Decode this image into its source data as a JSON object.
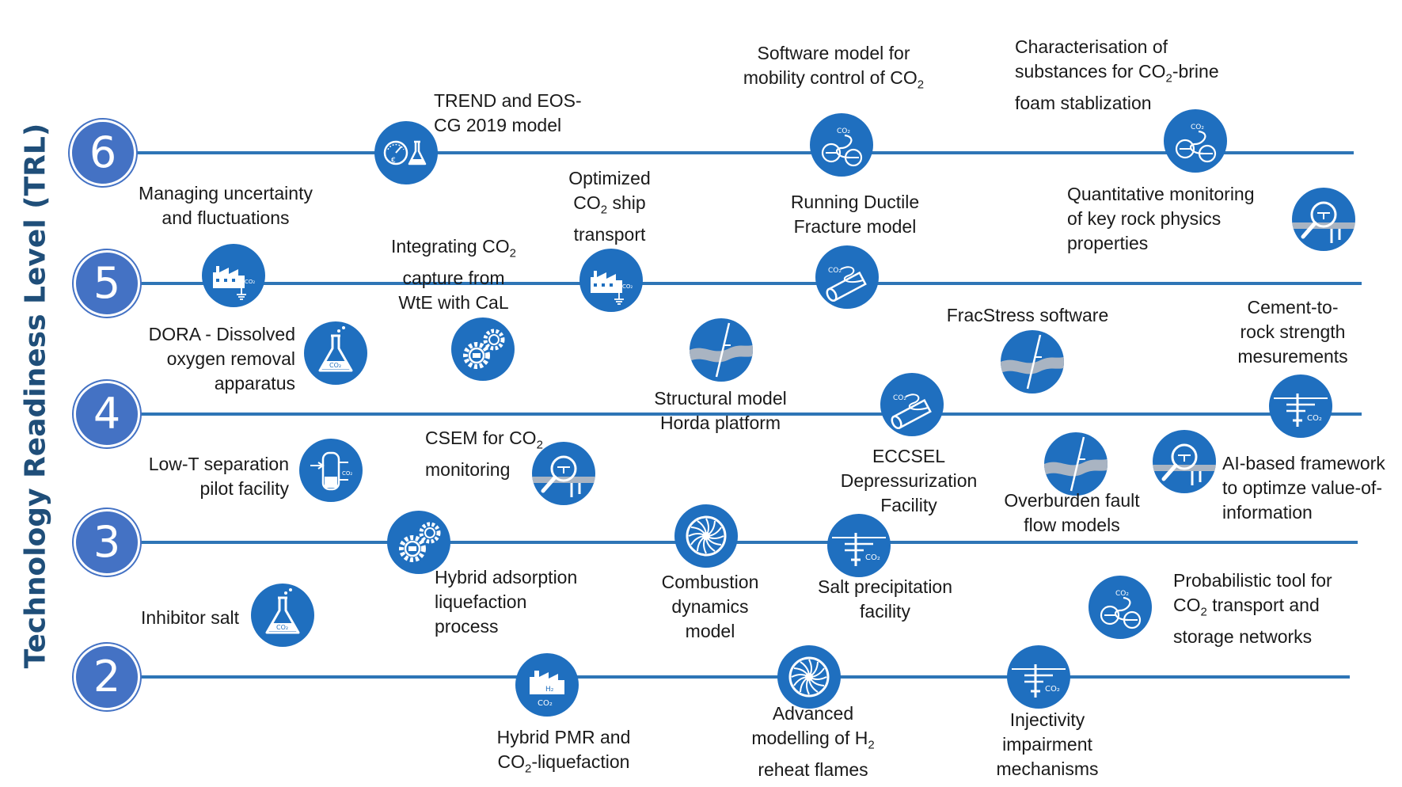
{
  "y_axis_title": "Technology Readiness Level (TRL)",
  "colors": {
    "level_circle": "#4472c4",
    "line": "#2e75b6",
    "icon_bg": "#1f6fbf",
    "title": "#1f4e79"
  },
  "levels": [
    {
      "label": "6"
    },
    {
      "label": "5"
    },
    {
      "label": "4"
    },
    {
      "label": "3"
    },
    {
      "label": "2"
    }
  ],
  "items": [
    {
      "trl": 6,
      "icon": "gauge-flask-icon",
      "lines": [
        "TREND and EOS-",
        "CG 2019 model"
      ]
    },
    {
      "trl": 6,
      "icon": "co2-network-icon",
      "lines": [
        "Software model for",
        "mobility control of CO$2"
      ]
    },
    {
      "trl": 6,
      "icon": "co2-network-icon",
      "lines": [
        "Characterisation of",
        "substances for CO$2-brine",
        "foam stablization"
      ]
    },
    {
      "trl": 5,
      "icon": "magnifier-rock-icon",
      "lines": [
        "Quantitative monitoring",
        "of key rock physics",
        "properties"
      ]
    },
    {
      "trl": 5,
      "icon": "factory-co2-icon",
      "lines": [
        "Managing uncertainty",
        "and fluctuations"
      ]
    },
    {
      "trl": 5,
      "icon": "factory-co2-icon",
      "lines": [
        "Optimized",
        "CO$2 ship",
        "transport"
      ]
    },
    {
      "trl": 5,
      "icon": "co2-pipeline-icon",
      "lines": [
        "Running Ductile",
        "Fracture model"
      ]
    },
    {
      "trl": 5,
      "icon": "",
      "lines": [
        "Integrating CO$2",
        "capture from",
        "WtE with CaL"
      ]
    },
    {
      "trl": 4,
      "icon": "flask-co2-icon",
      "lines": [
        "DORA - Dissolved",
        "oxygen removal",
        "apparatus"
      ]
    },
    {
      "trl": 4,
      "icon": "gears-icon",
      "lines": []
    },
    {
      "trl": 4,
      "icon": "fault-layer-icon",
      "lines": [
        "Structural model",
        "Horda platform"
      ]
    },
    {
      "trl": 4,
      "icon": "fault-layer-icon",
      "lines": [
        "FracStress software"
      ]
    },
    {
      "trl": 4,
      "icon": "wellbore-co2-icon",
      "lines": [
        "Cement-to-",
        "rock strength",
        "mesurements"
      ]
    },
    {
      "trl": 4,
      "icon": "co2-pipeline-icon",
      "lines": [
        "ECCSEL",
        "Depressurization",
        "Facility"
      ]
    },
    {
      "trl": 3,
      "icon": "separator-vessel-icon",
      "lines": [
        "Low-T separation",
        "pilot facility"
      ]
    },
    {
      "trl": 3,
      "icon": "magnifier-rock-icon",
      "lines": [
        "CSEM for CO$2",
        "monitoring"
      ]
    },
    {
      "trl": 3,
      "icon": "fault-layer-icon",
      "lines": [
        "Overburden fault",
        "flow models"
      ]
    },
    {
      "trl": 3,
      "icon": "magnifier-rock-icon",
      "lines": [
        "AI-based framework",
        "to optimze value-of-",
        "information"
      ]
    },
    {
      "trl": 3,
      "icon": "gears-icon",
      "lines": [
        "Hybrid adsorption",
        "liquefaction",
        "process"
      ]
    },
    {
      "trl": 3,
      "icon": "turbine-icon",
      "lines": [
        "Combustion",
        "dynamics",
        "model"
      ]
    },
    {
      "trl": 3,
      "icon": "wellbore-co2-icon",
      "lines": [
        "Salt precipitation",
        "facility"
      ]
    },
    {
      "trl": 2,
      "icon": "flask-co2-icon",
      "lines": [
        "Inhibitor salt"
      ]
    },
    {
      "trl": 2,
      "icon": "co2-network-icon",
      "lines": [
        "Probabilistic tool for",
        "CO$2 transport and",
        "storage networks"
      ]
    },
    {
      "trl": 2,
      "icon": "factory-h2-icon",
      "lines": [
        "Hybrid PMR and",
        "CO$2-liquefaction"
      ]
    },
    {
      "trl": 2,
      "icon": "turbine-icon",
      "lines": [
        "Advanced",
        "modelling of H$2",
        "reheat flames"
      ]
    },
    {
      "trl": 2,
      "icon": "wellbore-co2-icon",
      "lines": [
        "Injectivity",
        "impairment",
        "mechanisms"
      ]
    }
  ]
}
